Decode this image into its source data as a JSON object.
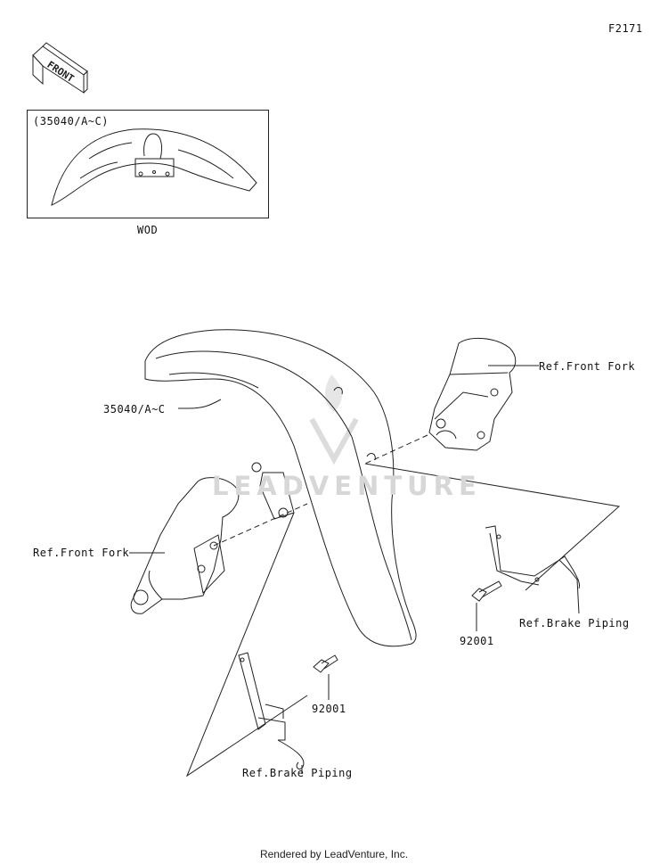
{
  "diagram_id": "F2171",
  "front_arrow_label": "FRONT",
  "inset": {
    "part_ref": "(35040/A~C)",
    "caption": "WOD"
  },
  "callouts": {
    "fender": "35040/A~C",
    "fork_right": "Ref.Front Fork",
    "fork_left": "Ref.Front Fork",
    "bolt_right": "92001",
    "bolt_left": "92001",
    "brake_right": "Ref.Brake Piping",
    "brake_left": "Ref.Brake Piping"
  },
  "watermark": "LEADVENTURE",
  "footer": "Rendered by LeadVenture, Inc.",
  "colors": {
    "line": "#222222",
    "watermark": "#d7d7d7"
  }
}
